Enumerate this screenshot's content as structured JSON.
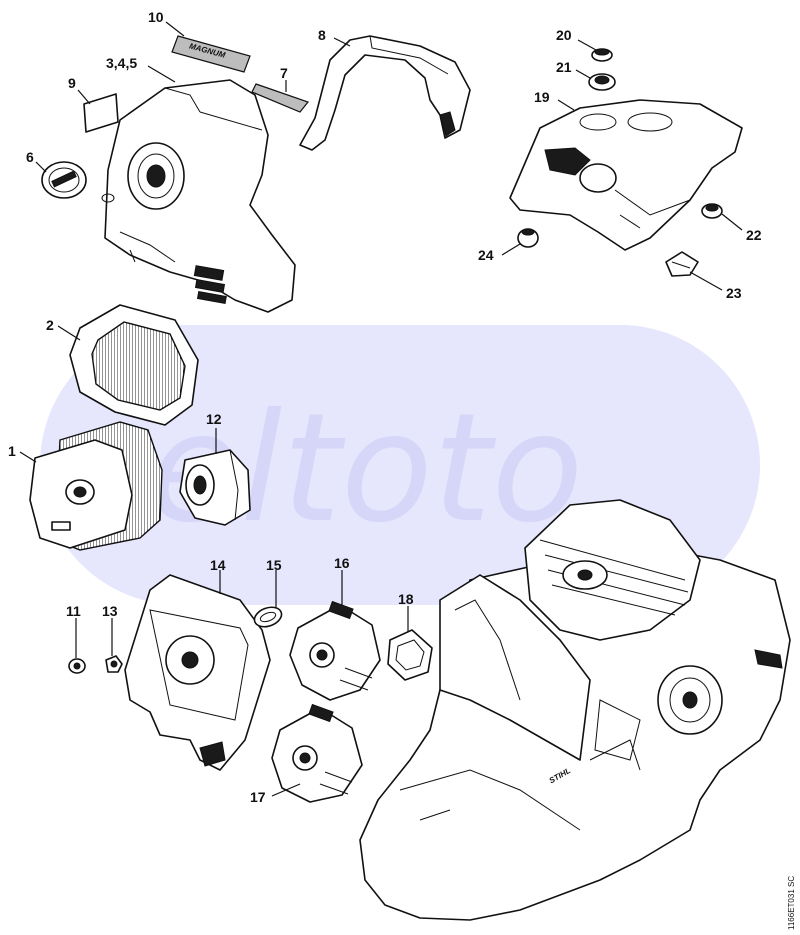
{
  "diagram": {
    "drawing_code": "1166ET031 SC",
    "watermark": "seltoto",
    "colors": {
      "line": "#111111",
      "watermark_band": "#d6d6fb",
      "background": "#ffffff"
    }
  },
  "cover": {
    "decal_text": "MAGNUM"
  },
  "callouts": [
    {
      "id": "label-10",
      "text": "10"
    },
    {
      "id": "label-8",
      "text": "8"
    },
    {
      "id": "label-345",
      "text": "3,4,5"
    },
    {
      "id": "label-7",
      "text": "7"
    },
    {
      "id": "label-9",
      "text": "9"
    },
    {
      "id": "label-6",
      "text": "6"
    },
    {
      "id": "label-20",
      "text": "20"
    },
    {
      "id": "label-21",
      "text": "21"
    },
    {
      "id": "label-19",
      "text": "19"
    },
    {
      "id": "label-22",
      "text": "22"
    },
    {
      "id": "label-24",
      "text": "24"
    },
    {
      "id": "label-23",
      "text": "23"
    },
    {
      "id": "label-2",
      "text": "2"
    },
    {
      "id": "label-12",
      "text": "12"
    },
    {
      "id": "label-1",
      "text": "1"
    },
    {
      "id": "label-14",
      "text": "14"
    },
    {
      "id": "label-15",
      "text": "15"
    },
    {
      "id": "label-16",
      "text": "16"
    },
    {
      "id": "label-18",
      "text": "18"
    },
    {
      "id": "label-11",
      "text": "11"
    },
    {
      "id": "label-13",
      "text": "13"
    },
    {
      "id": "label-17",
      "text": "17"
    }
  ]
}
